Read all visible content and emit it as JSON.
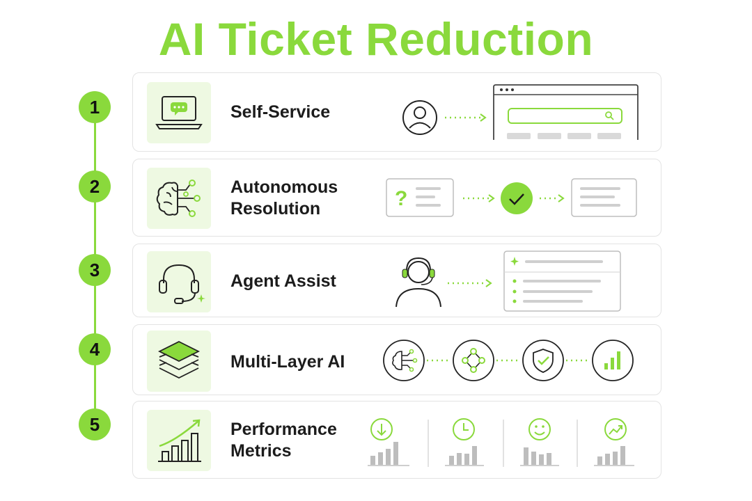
{
  "title": "AI Ticket Reduction",
  "colors": {
    "accent": "#8ad93c",
    "tile_bg": "#eef9e2",
    "text": "#1c1c1c",
    "line_gray": "#555555"
  },
  "steps": [
    {
      "number": "1",
      "label_line1": "Self-Service",
      "label_line2": "",
      "icon": "laptop-chat-icon"
    },
    {
      "number": "2",
      "label_line1": "Autonomous",
      "label_line2": "Resolution",
      "icon": "brain-circuit-icon"
    },
    {
      "number": "3",
      "label_line1": "Agent Assist",
      "label_line2": "",
      "icon": "headset-icon"
    },
    {
      "number": "4",
      "label_line1": "Multi-Layer AI",
      "label_line2": "",
      "icon": "layers-icon"
    },
    {
      "number": "5",
      "label_line1": "Performance",
      "label_line2": "Metrics",
      "icon": "growth-chart-icon"
    }
  ]
}
